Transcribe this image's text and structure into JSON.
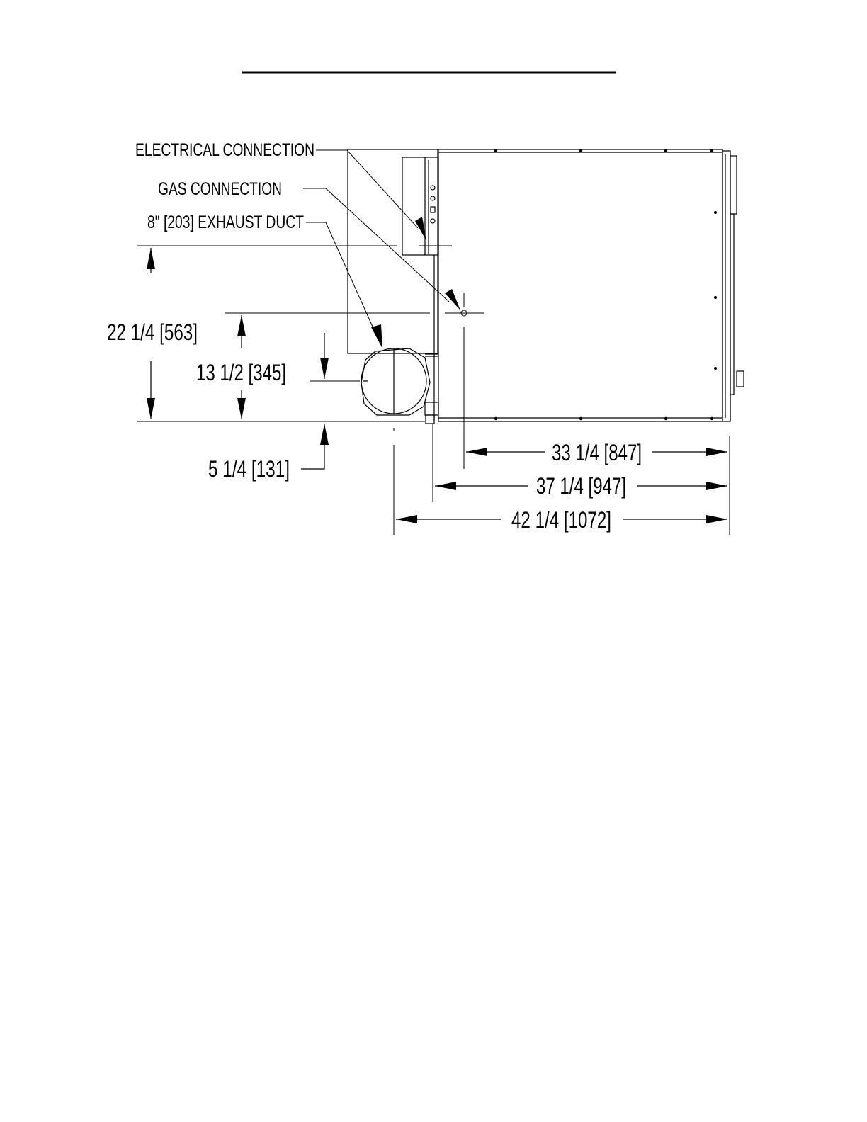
{
  "callouts": {
    "electrical": "ELECTRICAL CONNECTION",
    "gas": "GAS CONNECTION",
    "exhaust": "8\" [203] EXHAUST DUCT"
  },
  "dimensions": {
    "height_electrical": "22 1/4 [563]",
    "height_gas": "13 1/2 [345]",
    "height_duct_center": "5 1/4 [131]",
    "depth_gas": "33 1/4 [847]",
    "depth_cabinet": "37 1/4 [947]",
    "depth_overall": "42 1/4 [1072]"
  }
}
